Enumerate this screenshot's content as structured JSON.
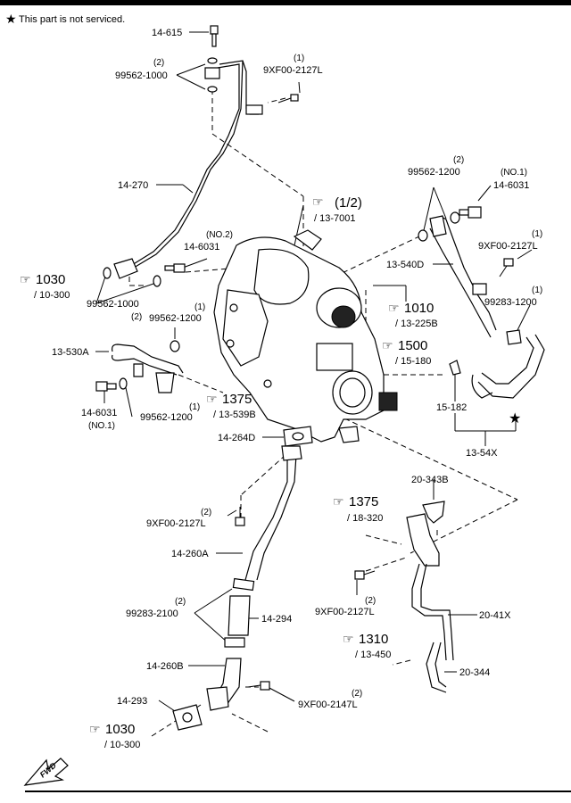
{
  "header": {
    "note": "This part is not serviced."
  },
  "labels": [
    {
      "id": "l-14-615",
      "text": "14-615"
    },
    {
      "id": "l-99562-1000-top-qty",
      "text": "(2)"
    },
    {
      "id": "l-99562-1000-top",
      "text": "99562-1000"
    },
    {
      "id": "l-9xf00-2127l-top-qty",
      "text": "(1)"
    },
    {
      "id": "l-9xf00-2127l-top",
      "text": "9XF00-2127L"
    },
    {
      "id": "l-14-270",
      "text": "14-270"
    },
    {
      "id": "l-ref-1-2",
      "text": "(1/2)"
    },
    {
      "id": "l-ref-13-7001",
      "text": "/ 13-7001"
    },
    {
      "id": "l-no2",
      "text": "(NO.2)"
    },
    {
      "id": "l-14-6031-no2",
      "text": "14-6031"
    },
    {
      "id": "l-ref-1030-top",
      "text": "1030"
    },
    {
      "id": "l-ref-10-300-top",
      "text": "/ 10-300"
    },
    {
      "id": "l-99562-1000-bot-qty",
      "text": "(2)"
    },
    {
      "id": "l-99562-1000-bot",
      "text": "99562-1000"
    },
    {
      "id": "l-99562-1200-mid-qty",
      "text": "(1)"
    },
    {
      "id": "l-99562-1200-mid",
      "text": "99562-1200"
    },
    {
      "id": "l-13-530a",
      "text": "13-530A"
    },
    {
      "id": "l-14-6031-no1-left",
      "text": "14-6031"
    },
    {
      "id": "l-no1-left",
      "text": "(NO.1)"
    },
    {
      "id": "l-99562-1200-low-qty",
      "text": "(1)"
    },
    {
      "id": "l-99562-1200-low",
      "text": "99562-1200"
    },
    {
      "id": "l-ref-1375-mid",
      "text": "1375"
    },
    {
      "id": "l-ref-13-539b",
      "text": "/ 13-539B"
    },
    {
      "id": "l-14-264d",
      "text": "14-264D"
    },
    {
      "id": "l-99562-1200-right-qty",
      "text": "(2)"
    },
    {
      "id": "l-99562-1200-right",
      "text": "99562-1200"
    },
    {
      "id": "l-no1-right",
      "text": "(NO.1)"
    },
    {
      "id": "l-14-6031-no1-right",
      "text": "14-6031"
    },
    {
      "id": "l-9xf00-2127l-right-qty",
      "text": "(1)"
    },
    {
      "id": "l-9xf00-2127l-right",
      "text": "9XF00-2127L"
    },
    {
      "id": "l-13-540d",
      "text": "13-540D"
    },
    {
      "id": "l-99283-1200-qty",
      "text": "(1)"
    },
    {
      "id": "l-99283-1200",
      "text": "99283-1200"
    },
    {
      "id": "l-ref-1010",
      "text": "1010"
    },
    {
      "id": "l-ref-13-225b",
      "text": "/ 13-225B"
    },
    {
      "id": "l-ref-1500",
      "text": "1500"
    },
    {
      "id": "l-ref-15-180",
      "text": "/ 15-180"
    },
    {
      "id": "l-15-182",
      "text": "15-182"
    },
    {
      "id": "l-13-54x",
      "text": "13-54X"
    },
    {
      "id": "l-9xf00-2127l-mid-qty",
      "text": "(2)"
    },
    {
      "id": "l-9xf00-2127l-mid",
      "text": "9XF00-2127L"
    },
    {
      "id": "l-14-260a",
      "text": "14-260A"
    },
    {
      "id": "l-99283-2100-qty",
      "text": "(2)"
    },
    {
      "id": "l-99283-2100",
      "text": "99283-2100"
    },
    {
      "id": "l-14-294",
      "text": "14-294"
    },
    {
      "id": "l-14-260b",
      "text": "14-260B"
    },
    {
      "id": "l-14-293",
      "text": "14-293"
    },
    {
      "id": "l-9xf00-2147l-qty",
      "text": "(2)"
    },
    {
      "id": "l-9xf00-2147l",
      "text": "9XF00-2147L"
    },
    {
      "id": "l-ref-1030-bot",
      "text": "1030"
    },
    {
      "id": "l-ref-10-300-bot",
      "text": "/ 10-300"
    },
    {
      "id": "l-20-343b",
      "text": "20-343B"
    },
    {
      "id": "l-ref-1375-right",
      "text": "1375"
    },
    {
      "id": "l-ref-18-320",
      "text": "/ 18-320"
    },
    {
      "id": "l-9xf00-2127l-low-qty",
      "text": "(2)"
    },
    {
      "id": "l-9xf00-2127l-low",
      "text": "9XF00-2127L"
    },
    {
      "id": "l-20-41x",
      "text": "20-41X"
    },
    {
      "id": "l-ref-1310",
      "text": "1310"
    },
    {
      "id": "l-ref-13-450",
      "text": "/ 13-450"
    },
    {
      "id": "l-20-344",
      "text": "20-344"
    }
  ],
  "fwd": "FWD"
}
